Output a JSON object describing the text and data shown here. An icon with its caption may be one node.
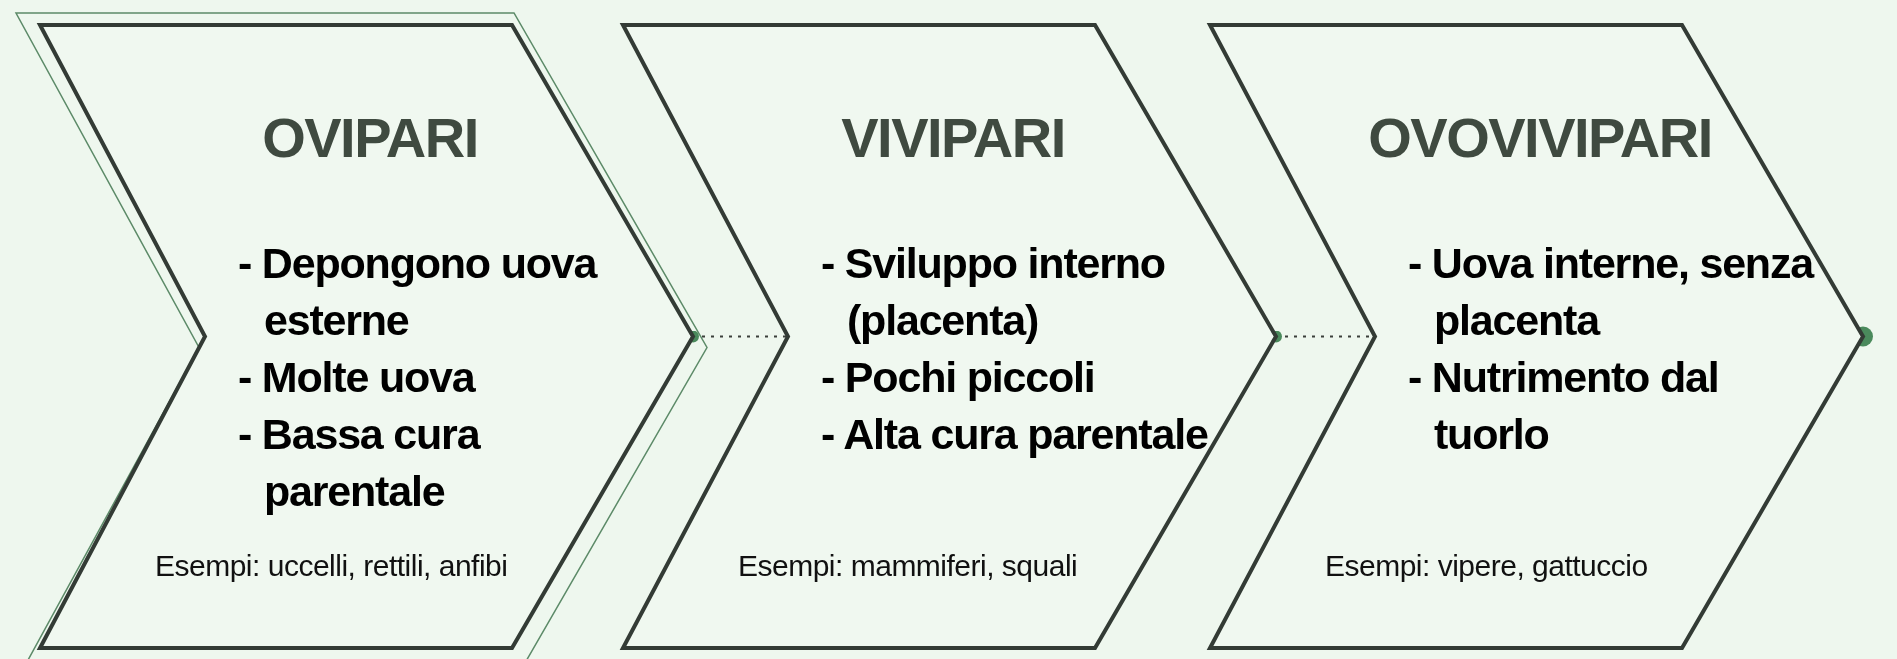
{
  "diagram": {
    "nodes": [
      {
        "text": [
          "OVIPARI",
          "- Depongono uova esterne",
          "- Molte uova",
          "- Bassa cura parentale",
          "Esempi: uccelli, rettili, anfibi"
        ]
      },
      {
        "text": [
          "VIVIPARI",
          "- Sviluppo interno (placenta)",
          "- Pochi piccoli",
          "- Alta cura parentale",
          "Esempi: mammiferi, squali"
        ]
      },
      {
        "text": [
          "OVOVIVIPARI",
          "- Uova interne, senza placenta",
          "- Nutrimento dal tuorlo",
          "Esempi: vipere, gattuccio"
        ]
      }
    ],
    "edges": [
      {
        "from": 0,
        "to": 1,
        "arrow": "other",
        "style": "dashed"
      },
      {
        "from": 1,
        "to": 2,
        "arrow": "other",
        "style": "dashed"
      }
    ]
  }
}
